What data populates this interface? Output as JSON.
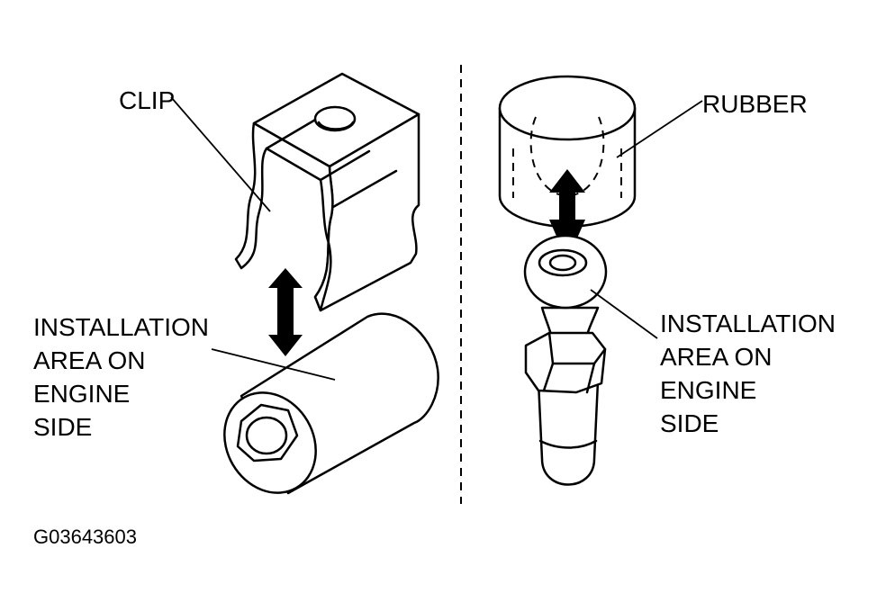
{
  "labels": {
    "clip": "CLIP",
    "rubber": "RUBBER",
    "install_left": [
      "INSTALLATION",
      "AREA ON",
      "ENGINE",
      "SIDE"
    ],
    "install_right": [
      "INSTALLATION",
      "AREA ON",
      "ENGINE",
      "SIDE"
    ]
  },
  "figure_id": "G03643603",
  "colors": {
    "ink": "#000000",
    "paper": "#ffffff"
  }
}
